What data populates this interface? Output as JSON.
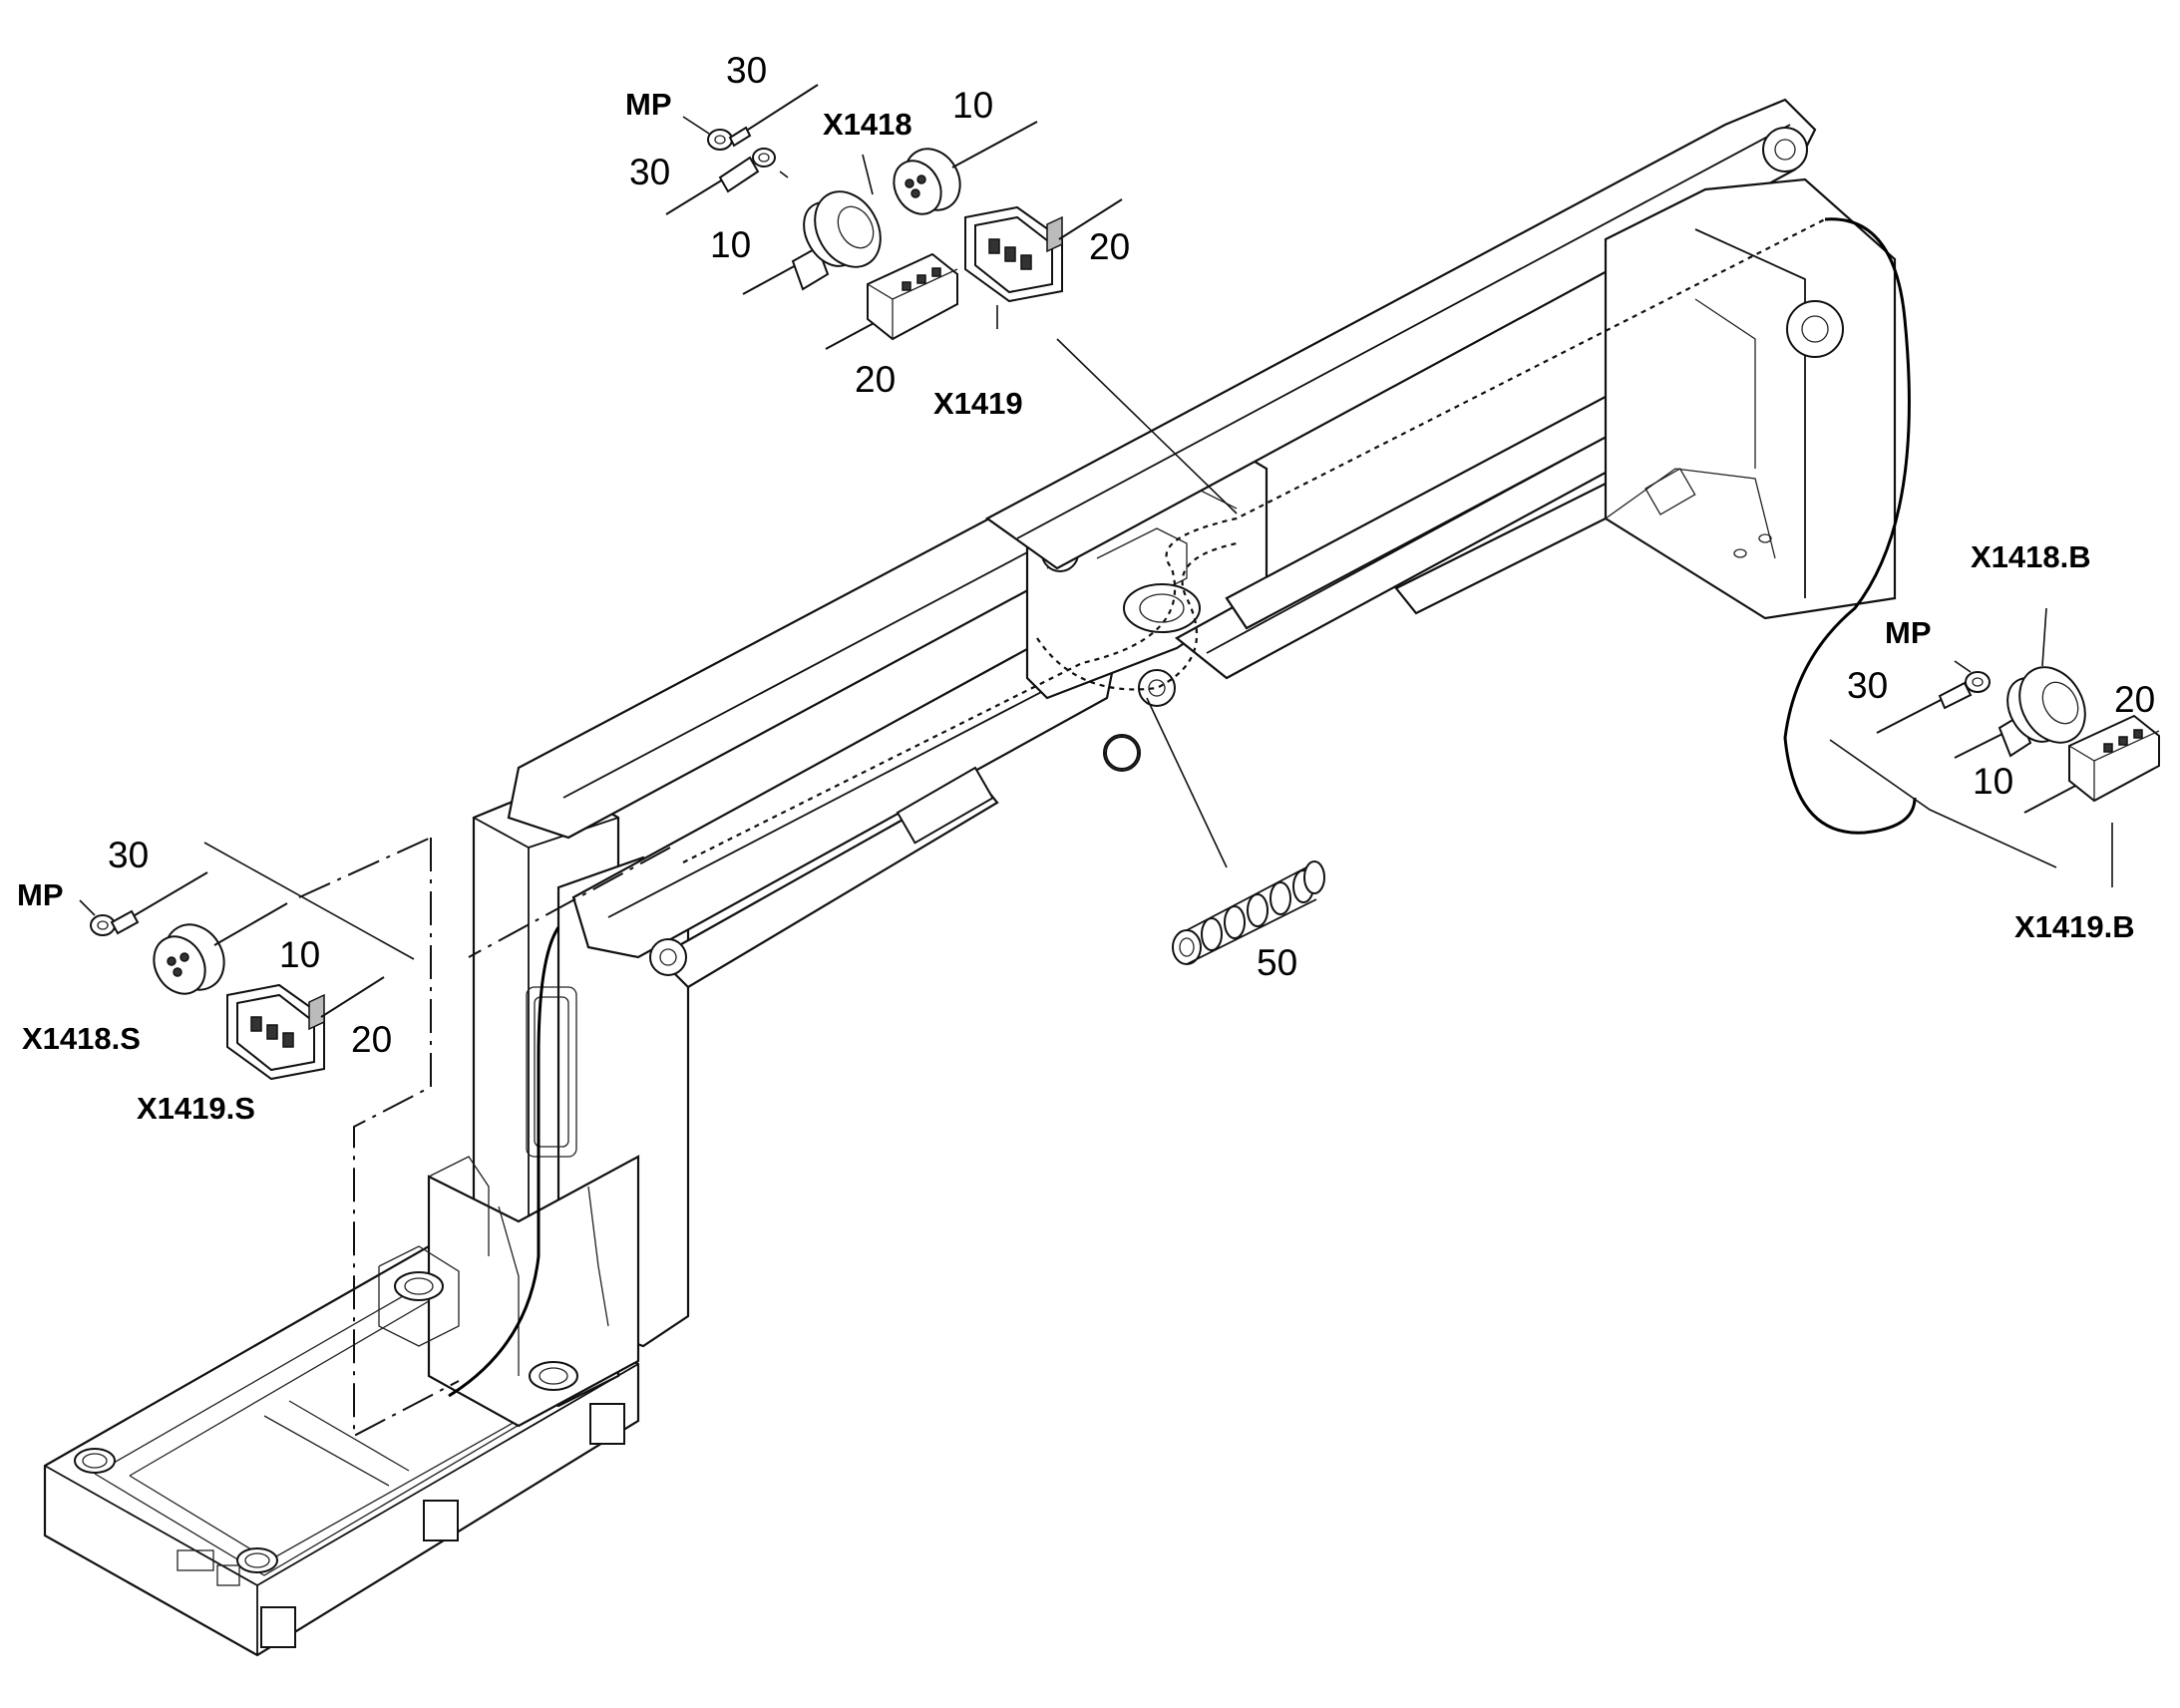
{
  "labels": {
    "top_mp": "MP",
    "top_30a": "30",
    "top_30b": "30",
    "top_x1418": "X1418",
    "top_10a": "10",
    "top_10b": "10",
    "top_20a": "20",
    "top_20b": "20",
    "top_x1419": "X1419",
    "right_x1418b": "X1418.B",
    "right_mp": "MP",
    "right_30": "30",
    "right_20": "20",
    "right_10": "10",
    "right_x1419b": "X1419.B",
    "left_30": "30",
    "left_mp": "MP",
    "left_10": "10",
    "left_x1418s": "X1418.S",
    "left_20": "20",
    "left_x1419s": "X1419.S",
    "spiral_50": "50"
  }
}
